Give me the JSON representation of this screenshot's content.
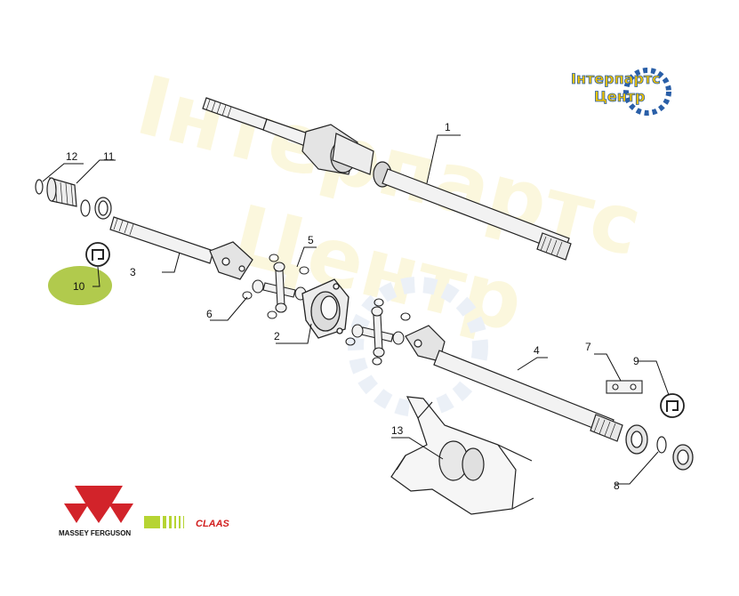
{
  "watermark": {
    "text_line1": "Інтерпартс",
    "text_line2": "Центр"
  },
  "logo": {
    "line1": "Інтерпартс",
    "line2": "Центр"
  },
  "callouts": {
    "n1": "1",
    "n2": "2",
    "n3": "3",
    "n4": "4",
    "n5": "5",
    "n6": "6",
    "n7": "7",
    "n8": "8",
    "n9": "9",
    "n10": "10",
    "n11": "11",
    "n12": "12",
    "n13": "13"
  },
  "brands": {
    "massey": "MASSEY FERGUSON",
    "claas": "CLAAS"
  },
  "colors": {
    "highlight": "#a8c43a",
    "logo_yellow": "#f3c400",
    "logo_blue": "#2a5fa8",
    "mf_red": "#d2232a",
    "claas_green": "#b6d433",
    "claas_red": "#d21f1f"
  }
}
